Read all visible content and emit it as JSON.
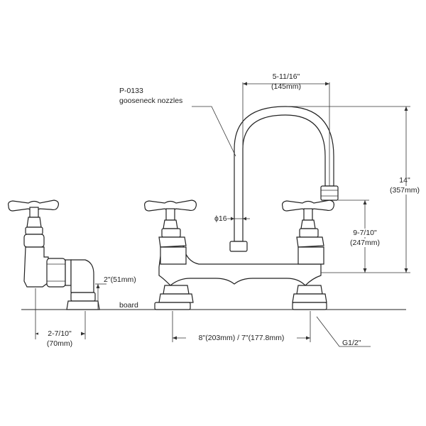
{
  "labels": {
    "part_number": "P-0133",
    "part_name": "gooseneck nozzles",
    "spout_reach_in": "5-11/16\"",
    "spout_reach_mm": "(145mm)",
    "height_in": "14\"",
    "height_mm": "(357mm)",
    "outlet_height_in": "9-7/10\"",
    "outlet_height_mm": "(247mm)",
    "diameter": "ϕ16",
    "board_offset": "2\"(51mm)",
    "board": "board",
    "side_depth_in": "2-7/10\"",
    "side_depth_mm": "(70mm)",
    "centers": "8\"(203mm) / 7\"(177.8mm)",
    "thread": "G1/2\""
  }
}
